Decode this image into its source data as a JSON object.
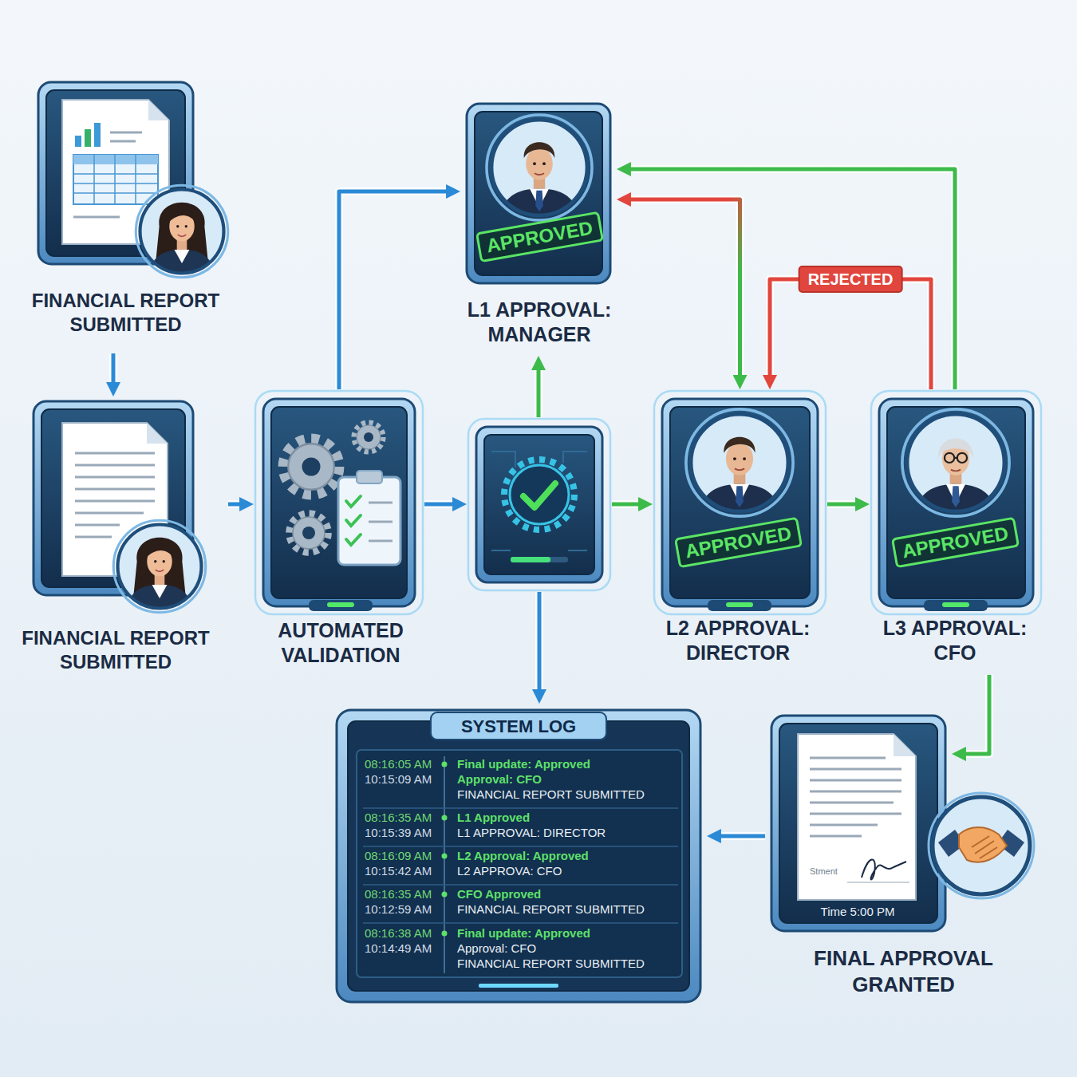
{
  "diagram": {
    "nodes": [
      {
        "text": [
          "FINANCIAL REPORT SUBMITTED"
        ]
      },
      {
        "text": [
          "APPROVED",
          "L1 APPROVAL: MANAGER"
        ]
      },
      {
        "text": [
          "FINANCIAL REPORT SUBMITTED"
        ]
      },
      {
        "text": [
          "AUTOMATED VALIDATION"
        ]
      },
      {
        "text": []
      },
      {
        "text": [
          "APPROVED",
          "L2 APPROVAL: DIRECTOR"
        ]
      },
      {
        "text": [
          "APPROVED",
          "L3 APPROVAL: CFO"
        ]
      },
      {
        "text": [
          "SYSTEM LOG",
          "08:16:05 AM",
          "10:15:09 AM",
          "Final update: Approved",
          "Approval: CFO",
          "FINANCIAL REPORT SUBMITTED",
          "08:16:35 AM",
          "10:15:39 AM",
          "L1 Approved",
          "L1 APPROVAL: DIRECTOR",
          "08:16:09 AM",
          "10:15:42 AM",
          "L2 Approval: Approved",
          "L2 APPROVA: CFO",
          "08:16:35 AM",
          "10:12:59 AM",
          "CFO Approved",
          "FINANCIAL REPORT SUBMITTED",
          "08:16:38 AM",
          "10:14:49 AM",
          "Final update: Approved",
          "Approval: CFO",
          "FINANCIAL REPORT SUBMITTED"
        ]
      },
      {
        "text": [
          "Stment",
          "Time 5:00 PM",
          "FINAL APPROVAL GRANTED"
        ]
      }
    ],
    "edges": [
      {
        "from": 0,
        "to": 2,
        "arrow": "to"
      },
      {
        "from": 2,
        "to": 3,
        "arrow": "to"
      },
      {
        "from": 3,
        "to": 1,
        "arrow": "to"
      },
      {
        "from": 3,
        "to": 4,
        "arrow": "to"
      },
      {
        "from": 4,
        "to": 1,
        "arrow": "to"
      },
      {
        "from": 4,
        "to": 5,
        "arrow": "to"
      },
      {
        "from": 4,
        "to": 7,
        "arrow": "to"
      },
      {
        "from": 5,
        "to": 6,
        "arrow": "to"
      },
      {
        "from": 1,
        "to": 5,
        "arrow": "both"
      },
      {
        "from": 6,
        "to": 5,
        "label": "REJECTED",
        "arrow": "to"
      },
      {
        "from": 6,
        "to": 1,
        "arrow": "to"
      },
      {
        "from": 6,
        "to": 8,
        "arrow": "to"
      },
      {
        "from": 8,
        "to": 7,
        "arrow": "to"
      }
    ]
  }
}
